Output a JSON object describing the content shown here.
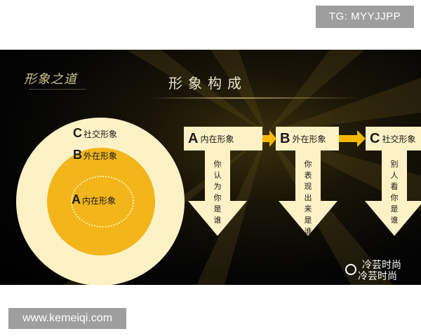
{
  "tag_badge": "TG: MYYJJPP",
  "site_badge": "www.kemeiqi.com",
  "slide": {
    "logo": "形象之道",
    "title": "形象构成",
    "rings": [
      {
        "letter": "C",
        "label": "社交形象"
      },
      {
        "letter": "B",
        "label": "外在形象"
      },
      {
        "letter": "A",
        "label": "内在形象"
      }
    ],
    "flow": [
      {
        "letter": "A",
        "label": "内在形象",
        "description": "你认为你是谁"
      },
      {
        "letter": "B",
        "label": "外在形象",
        "description": "你表现出来是谁"
      },
      {
        "letter": "C",
        "label": "社交形象",
        "description": "别人看你是谁"
      }
    ],
    "watermark": {
      "line1": "冷芸时尚",
      "line2": "冷芸时尚"
    }
  },
  "colors": {
    "cream": "#fdf1c6",
    "gold": "#f2b51a",
    "arrow_orange": "#f5b800",
    "background": "#000000"
  }
}
